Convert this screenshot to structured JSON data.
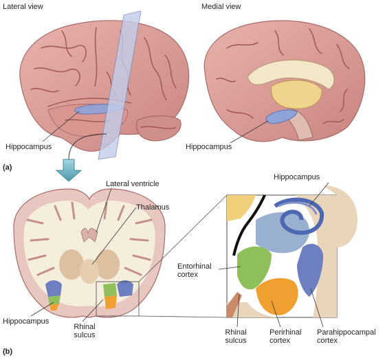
{
  "views": {
    "lateral": "Lateral view",
    "medial": "Medial view"
  },
  "panels": {
    "a": "(a)",
    "b": "(b)"
  },
  "labels": {
    "hippocampus_lateral": "Hippocampus",
    "hippocampus_medial": "Hippocampus",
    "lateral_ventricle": "Lateral ventricle",
    "thalamus": "Thalamus",
    "hippocampus_section": "Hippocampus",
    "rhinal_sulcus_section": "Rhinal sulcus",
    "hippocampus_inset": "Hippocampus",
    "entorhinal_cortex": "Entorhinal cortex",
    "rhinal_sulcus_inset": "Rhinal sulcus",
    "perirhinal_cortex": "Perirhinal cortex",
    "parahippocampal_cortex": "Parahippocampal cortex"
  },
  "colors": {
    "brain_pink": "#dc9a95",
    "sulcus": "#a85a5c",
    "white_matter": "#f5eedc",
    "hippocampus_blue": "#7f96c9",
    "entorhinal_green": "#8fbf5a",
    "perirhinal_orange": "#f0a030",
    "parahippocampal_blue": "#6d7fc0",
    "tan": "#dcc0a0",
    "plane_glass": "#b9c6e6",
    "arrow_teal": "#6fb3c4"
  }
}
